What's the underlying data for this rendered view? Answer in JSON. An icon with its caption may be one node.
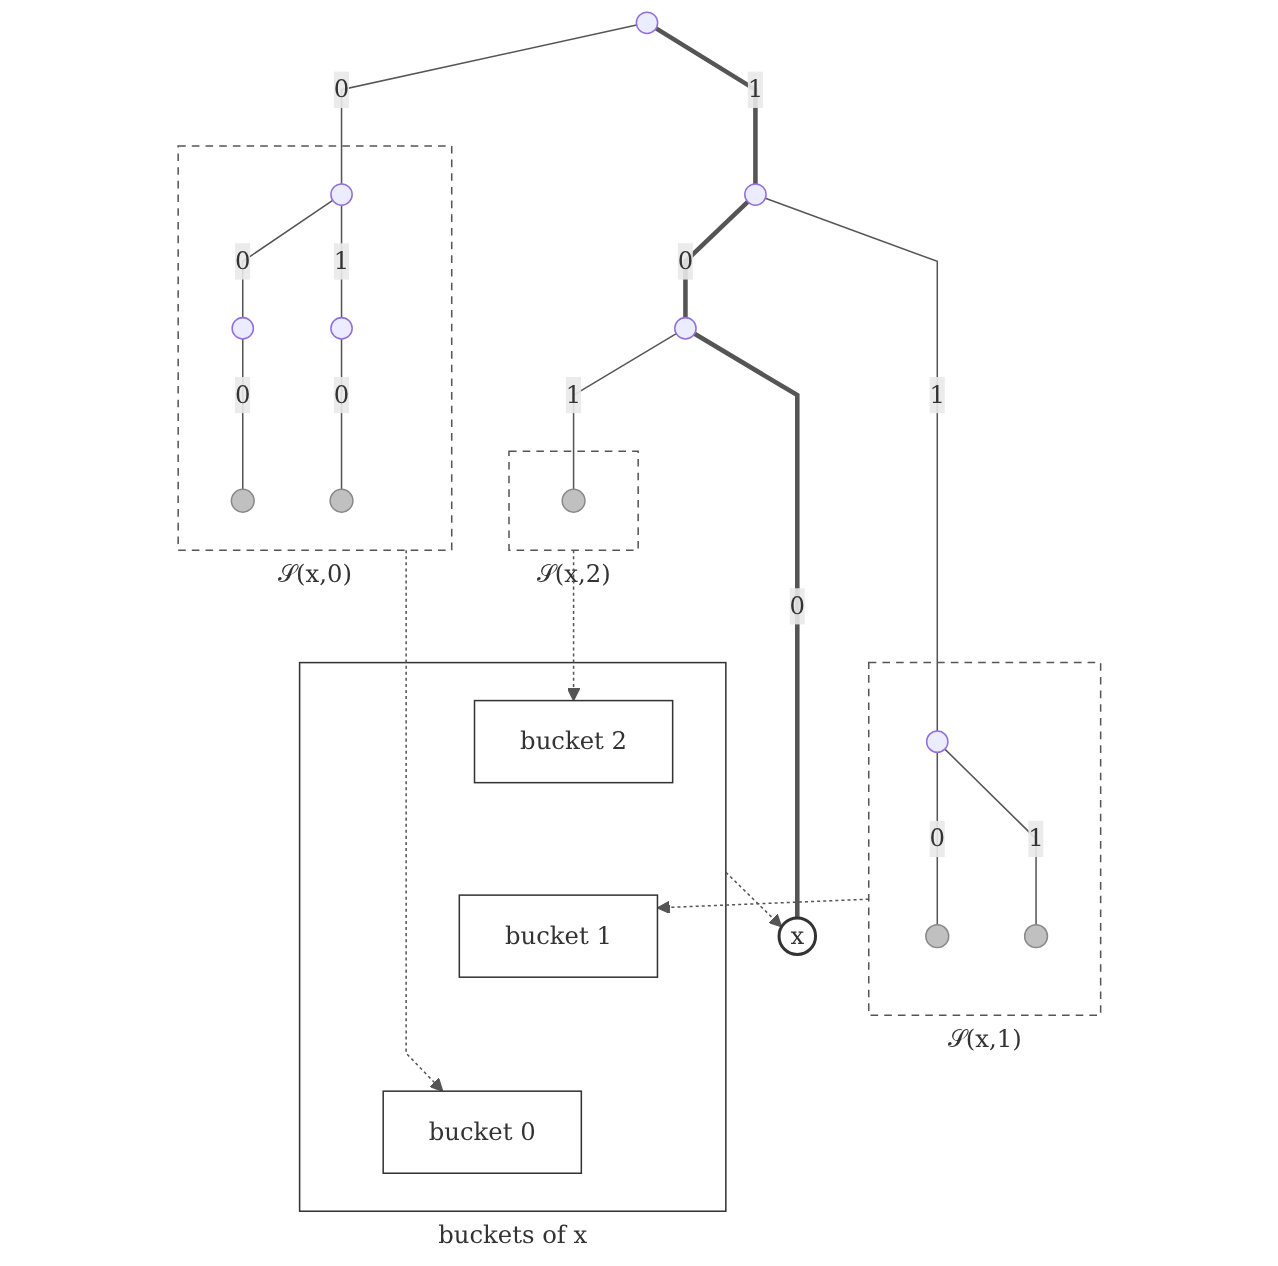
{
  "diagram": {
    "nodes": [
      {
        "text": [],
        "shape": "point"
      },
      {
        "text": [
          "𝒮(x,0)"
        ]
      },
      {
        "text": [],
        "shape": "point",
        "in": 1
      },
      {
        "text": [],
        "shape": "point",
        "in": 1
      },
      {
        "text": [],
        "shape": "point",
        "in": 1
      },
      {
        "text": [],
        "shape": "circle",
        "in": 1
      },
      {
        "text": [],
        "shape": "circle",
        "in": 1
      },
      {
        "text": [],
        "shape": "point"
      },
      {
        "text": [],
        "shape": "point"
      },
      {
        "text": [
          "x"
        ]
      },
      {
        "text": [
          "𝒮(x,2)"
        ]
      },
      {
        "text": [],
        "shape": "circle",
        "in": 10
      },
      {
        "text": [
          "𝒮(x,1)"
        ]
      },
      {
        "text": [],
        "shape": "point",
        "in": 12
      },
      {
        "text": [],
        "shape": "circle",
        "in": 12
      },
      {
        "text": [],
        "shape": "circle",
        "in": 12
      },
      {
        "text": [
          "buckets of x"
        ]
      },
      {
        "text": [
          "bucket 2"
        ],
        "in": 16
      },
      {
        "text": [
          "bucket 1"
        ],
        "in": 16
      },
      {
        "text": [
          "bucket 0"
        ],
        "in": 16
      }
    ],
    "edges": [
      {
        "from": 0,
        "to": 2,
        "arrow": "none",
        "label": "0"
      },
      {
        "from": 0,
        "to": 7,
        "arrow": "none",
        "label": "1",
        "style": "thick"
      },
      {
        "from": 2,
        "to": 3,
        "arrow": "none",
        "label": "0"
      },
      {
        "from": 2,
        "to": 4,
        "arrow": "none",
        "label": "1"
      },
      {
        "from": 3,
        "to": 5,
        "arrow": "none",
        "label": "0"
      },
      {
        "from": 4,
        "to": 6,
        "arrow": "none",
        "label": "0"
      },
      {
        "from": 7,
        "to": 8,
        "arrow": "none",
        "label": "0",
        "style": "thick"
      },
      {
        "from": 7,
        "to": 13,
        "arrow": "none",
        "label": "1"
      },
      {
        "from": 8,
        "to": 9,
        "arrow": "none",
        "label": "0",
        "style": "thick"
      },
      {
        "from": 8,
        "to": 11,
        "arrow": "none",
        "label": "1"
      },
      {
        "from": 13,
        "to": 14,
        "arrow": "none",
        "label": "0"
      },
      {
        "from": 13,
        "to": 15,
        "arrow": "none",
        "label": "1"
      },
      {
        "from": 16,
        "to": 9,
        "arrow": "to",
        "style": "dashed"
      },
      {
        "from": 10,
        "to": 17,
        "arrow": "to",
        "style": "dashed"
      },
      {
        "from": 12,
        "to": 18,
        "arrow": "to",
        "style": "dashed"
      },
      {
        "from": 1,
        "to": 19,
        "arrow": "to",
        "style": "dashed"
      }
    ]
  }
}
